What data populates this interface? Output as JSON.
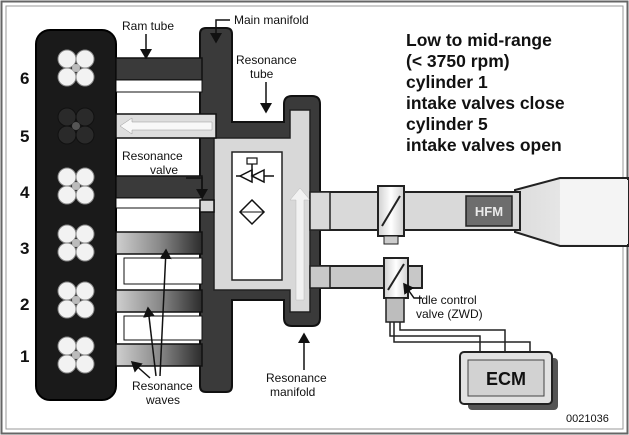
{
  "labels": {
    "ram_tube": "Ram tube",
    "main_manifold": "Main manifold",
    "resonance_tube_1": "Resonance",
    "resonance_tube_2": "tube",
    "resonance_valve_1": "Resonance",
    "resonance_valve_2": "valve",
    "resonance_waves_1": "Resonance",
    "resonance_waves_2": "waves",
    "resonance_manifold_1": "Resonance",
    "resonance_manifold_2": "manifold",
    "idle_control_1": "Idle control",
    "idle_control_2": "valve (ZWD)",
    "hfm": "HFM",
    "ecm": "ECM",
    "code": "0021036"
  },
  "cylinders": [
    "6",
    "5",
    "4",
    "3",
    "2",
    "1"
  ],
  "condition": [
    "Low to mid-range",
    "(< 3750 rpm)",
    "cylinder 1",
    "intake valves close",
    "cylinder 5",
    "intake valves open"
  ],
  "colors": {
    "manifold_dark": "#3a3a3a",
    "manifold_light": "#d8d8d8",
    "engine_block": "#1a1a1a",
    "airflow": "#eeeeee"
  }
}
